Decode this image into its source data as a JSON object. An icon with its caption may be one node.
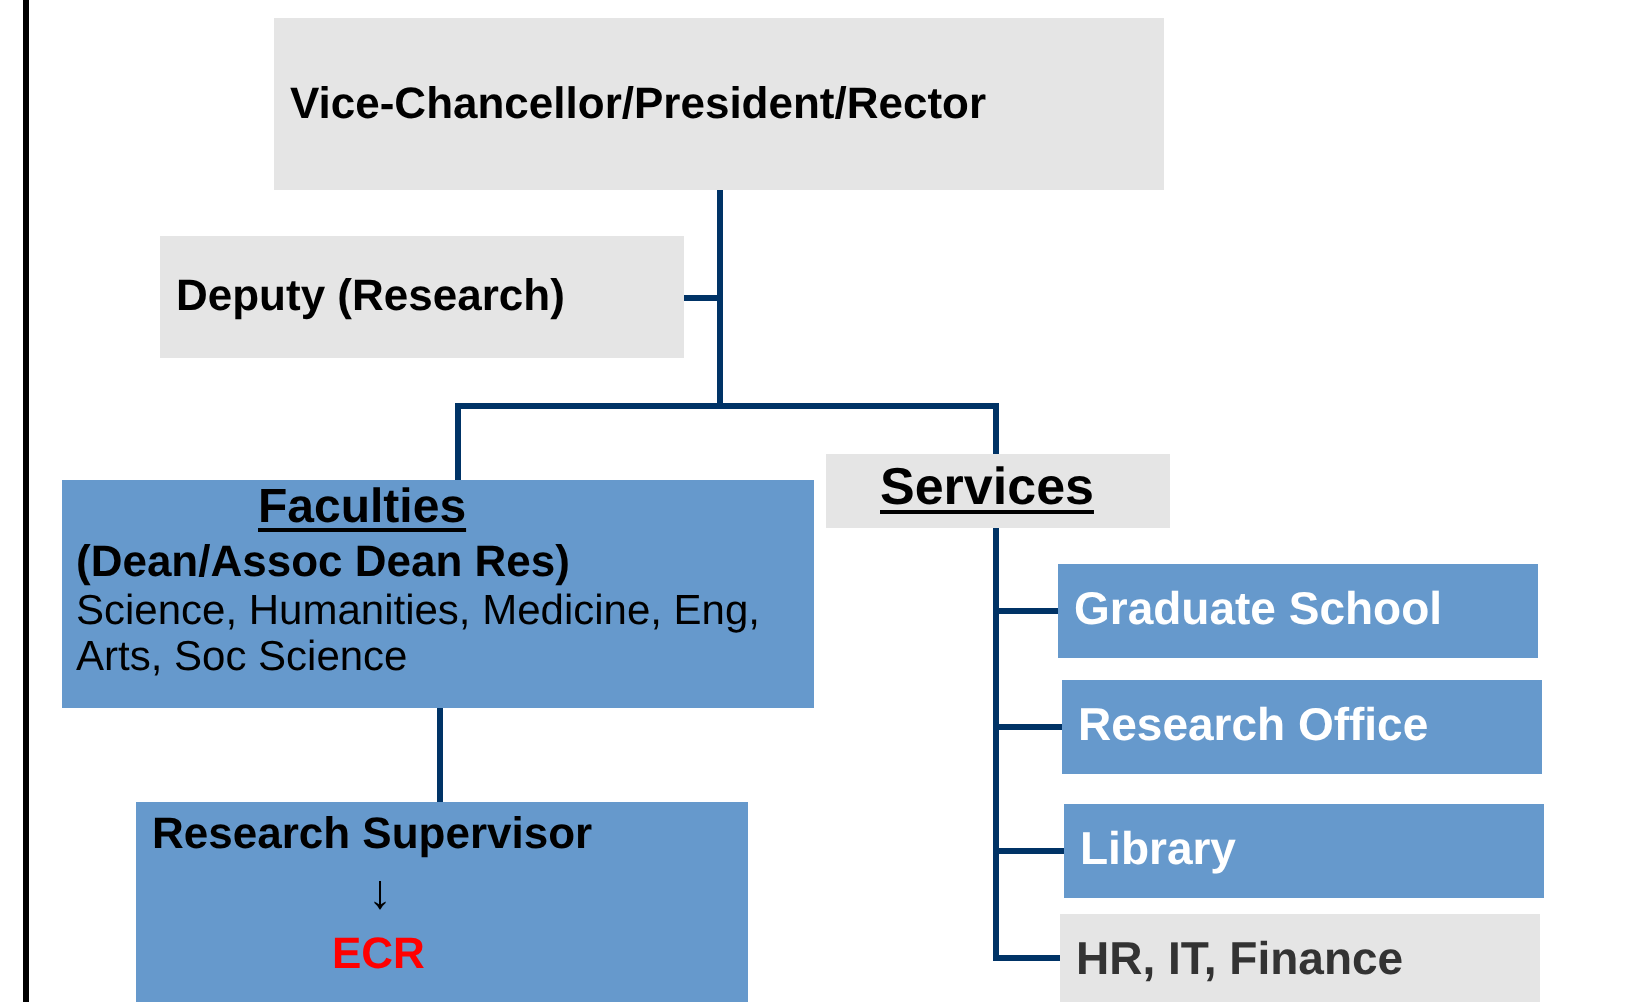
{
  "diagram": {
    "nodes": [
      {
        "text": [
          "Vice-Chancellor/President/Rector"
        ]
      },
      {
        "text": [
          "Deputy (Research)"
        ]
      },
      {
        "text": [
          "Faculties",
          "(Dean/Assoc Dean Res)",
          "Science, Humanities, Medicine, Eng, Arts, Soc Science"
        ]
      },
      {
        "text": [
          "Services"
        ]
      },
      {
        "text": [
          "Graduate School"
        ]
      },
      {
        "text": [
          "Research Office"
        ]
      },
      {
        "text": [
          "Library"
        ]
      },
      {
        "text": [
          "HR, IT, Finance"
        ]
      },
      {
        "text": [
          "Research Supervisor",
          "↓",
          "ECR"
        ]
      }
    ],
    "edges": [
      {
        "from": 0,
        "to": 1,
        "arrow": "none"
      },
      {
        "from": 0,
        "to": 2,
        "arrow": "none"
      },
      {
        "from": 0,
        "to": 3,
        "arrow": "none"
      },
      {
        "from": 2,
        "to": 8,
        "arrow": "none"
      },
      {
        "from": 3,
        "to": 4,
        "arrow": "none"
      },
      {
        "from": 3,
        "to": 5,
        "arrow": "none"
      },
      {
        "from": 3,
        "to": 6,
        "arrow": "none"
      },
      {
        "from": 3,
        "to": 7,
        "arrow": "none"
      }
    ]
  }
}
